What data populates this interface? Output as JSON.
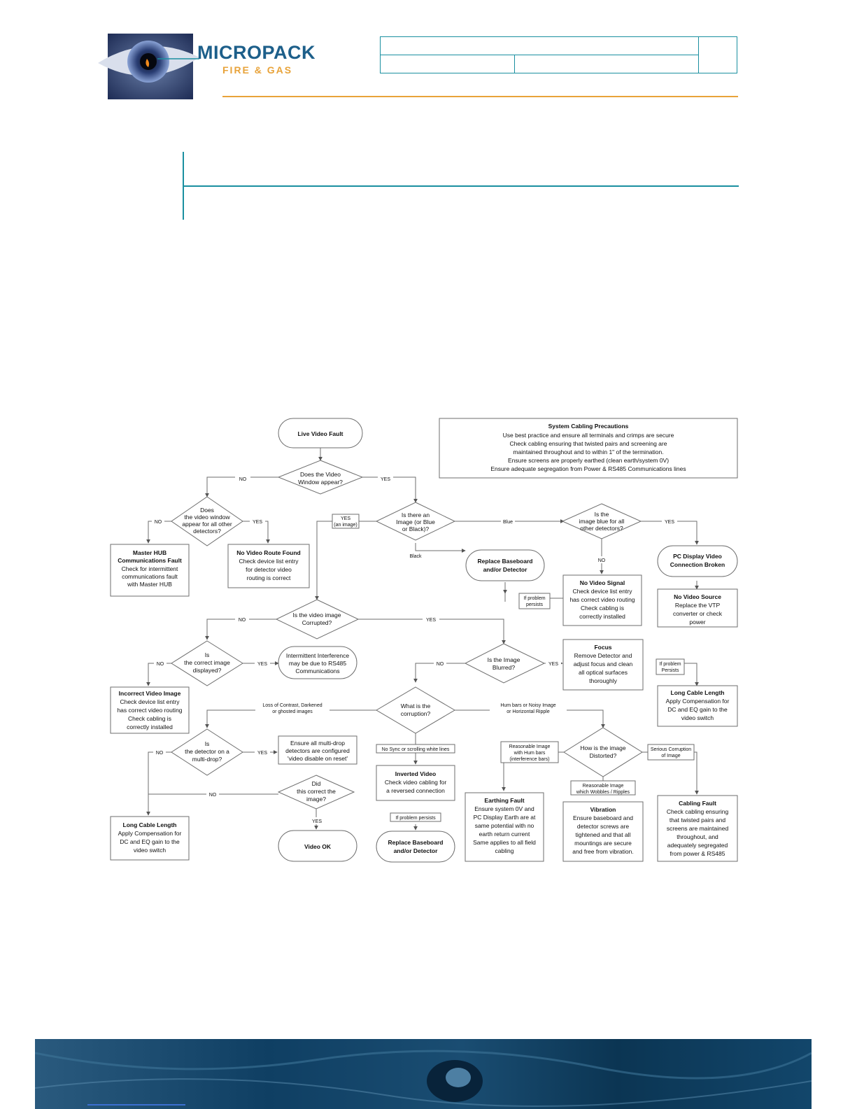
{
  "header": {
    "brand_name": "MICROPACK",
    "brand_tagline": "FIRE & GAS"
  },
  "colors": {
    "brand_blue": "#1d5f8a",
    "brand_orange": "#e8a33a",
    "rule_teal": "#1a8fa0",
    "flow_line": "#6e6e6e"
  },
  "flowchart": {
    "start": "Live Video Fault",
    "precautions": {
      "title": "System Cabling Precautions",
      "lines": [
        "Use best practice and ensure all terminals and crimps are secure",
        "Check cabling ensuring that twisted pairs and screening are",
        "maintained throughout and to within 1\" of the termination.",
        "Ensure screens are properly earthed (clean earth/system 0V)",
        "Ensure adequate segregation from Power & RS485 Communications lines"
      ]
    },
    "d_window": [
      "Does the Video",
      "Window appear?"
    ],
    "d_others": [
      "Does",
      "the video window",
      "appear for all other",
      "detectors?"
    ],
    "master_hub": {
      "title": "Master HUB",
      "title2": "Communications Fault",
      "lines": [
        "Check for intermittent",
        "communications fault",
        "with Master HUB"
      ]
    },
    "no_route": {
      "title": "No Video Route Found",
      "lines": [
        "Check device list entry",
        "for detector video",
        "routing is correct"
      ]
    },
    "d_image": [
      "Is there an",
      "Image (or Blue",
      "or Black)?"
    ],
    "d_blue": [
      "Is the",
      "image blue for all",
      "other detectors?"
    ],
    "pc_display": [
      "PC Display Video",
      "Connection Broken"
    ],
    "replace1": [
      "Replace Baseboard",
      "and/or Detector"
    ],
    "no_signal": {
      "title": "No Video Signal",
      "lines": [
        "Check device list entry",
        "has correct video routing",
        "Check cabling is",
        "correctly installed"
      ]
    },
    "no_source": {
      "title": "No Video Source",
      "lines": [
        "Replace the VTP",
        "converter or check",
        "power"
      ]
    },
    "persist1": [
      "If problem",
      "persists"
    ],
    "d_corrupted": [
      "Is the video image",
      "Corrupted?"
    ],
    "d_correct": [
      "Is",
      "the correct image",
      "displayed?"
    ],
    "intermittent": [
      "Intermittent Interference",
      "may be due to RS485",
      "Communications"
    ],
    "incorrect": {
      "title": "Incorrect Video Image",
      "lines": [
        "Check device list entry",
        "has correct video routing",
        "Check cabling is",
        "correctly installed"
      ]
    },
    "d_blurred": [
      "Is the Image",
      "Blurred?"
    ],
    "focus": {
      "title": "Focus",
      "lines": [
        "Remove Detector and",
        "adjust focus and clean",
        "all optical surfaces",
        "thoroughly"
      ]
    },
    "persist2": [
      "If problem",
      "Persists"
    ],
    "long1": {
      "title": "Long Cable Length",
      "lines": [
        "Apply Compensation for",
        "DC and EQ gain to the",
        "video switch"
      ]
    },
    "d_what": [
      "What is the",
      "corruption?"
    ],
    "lbl_loss": [
      "Loss of Contrast, Darkened",
      "or ghosted images"
    ],
    "lbl_hum": [
      "Hum bars or Noisy Image",
      "or Horizontal Ripple"
    ],
    "d_multidrop": [
      "Is",
      "the detector on a",
      "multi-drop?"
    ],
    "ensure": [
      "Ensure all multi-drop",
      "detectors are configured",
      "'video disable on reset'"
    ],
    "lbl_nosync": "No Sync or scrolling white lines",
    "inverted": {
      "title": "Inverted Video",
      "lines": [
        "Check video cabling for",
        "a reversed connection"
      ]
    },
    "d_distorted": [
      "How is the image",
      "Distorted?"
    ],
    "lbl_reasonable": [
      "Reasonable Image",
      "with Hum bars",
      "(interference bars)"
    ],
    "lbl_serious": [
      "Serious Corruption",
      "of Image"
    ],
    "lbl_wobbles": [
      "Reasonable Image",
      "which Wobbles / Ripples"
    ],
    "d_did": [
      "Did",
      "this correct the",
      "image?"
    ],
    "persist3": "If problem persists",
    "long2": {
      "title": "Long Cable Length",
      "lines": [
        "Apply Compensation for",
        "DC and EQ gain to the",
        "video switch"
      ]
    },
    "video_ok": "Video OK",
    "replace2": [
      "Replace Baseboard",
      "and/or Detector"
    ],
    "earthing": {
      "title": "Earthing Fault",
      "lines": [
        "Ensure system 0V and",
        "PC Display Earth are at",
        "same potential with no",
        "earth return current",
        "Same applies to all field",
        "cabling"
      ]
    },
    "vibration": {
      "title": "Vibration",
      "lines": [
        "Ensure baseboard and",
        "detector screws are",
        "tightened and that all",
        "mountings are secure",
        "and free from vibration."
      ]
    },
    "cabling": {
      "title": "Cabling Fault",
      "lines": [
        "Check cabling ensuring",
        "that twisted pairs and",
        "screens are maintained",
        "throughout, and",
        "adequately segregated",
        "from power & RS485"
      ]
    },
    "yes": "YES",
    "no": "NO",
    "yes_image": [
      "YES",
      "(an image)"
    ],
    "blue": "Blue",
    "black": "Black"
  }
}
